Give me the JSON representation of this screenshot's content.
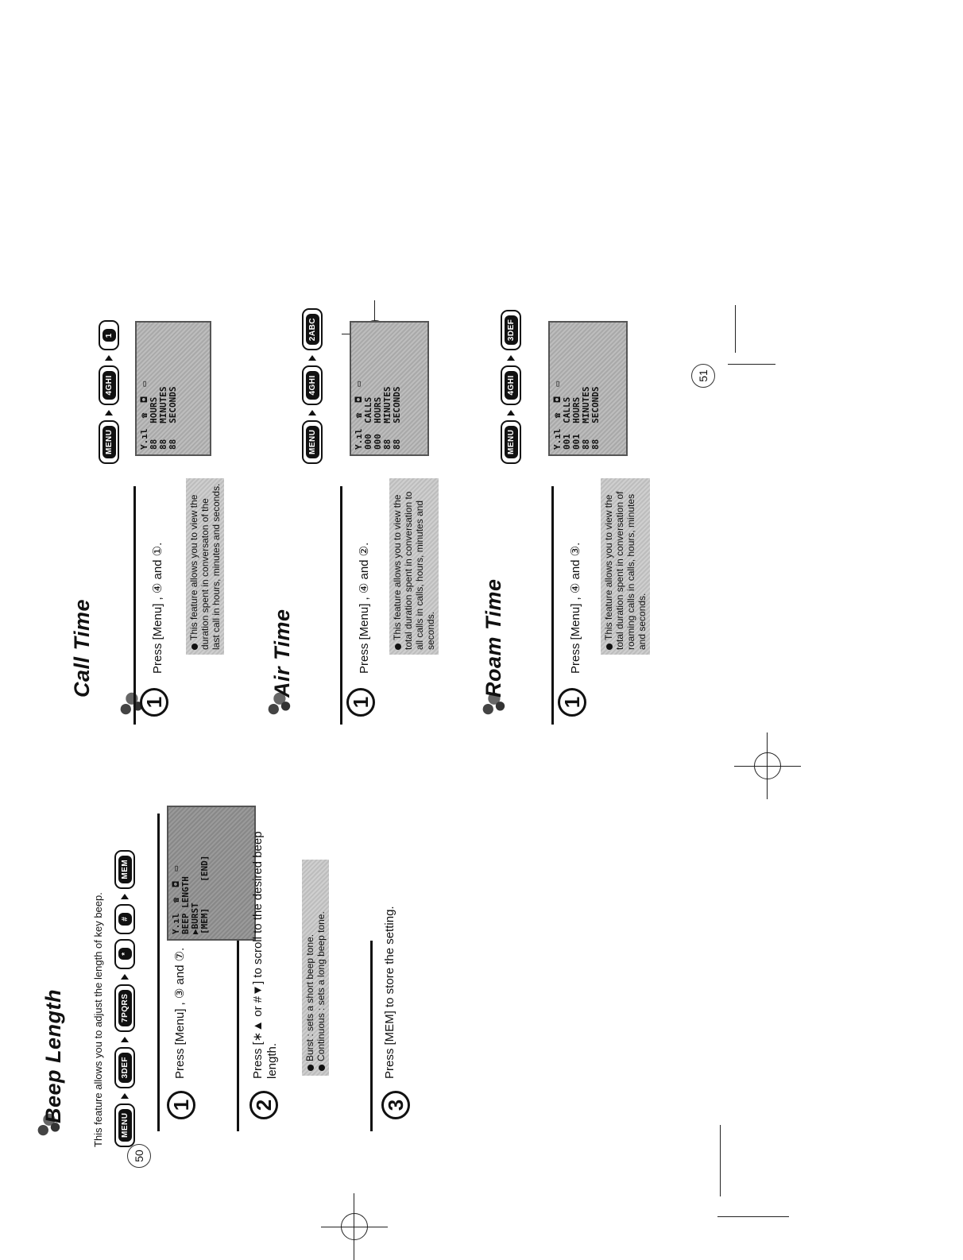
{
  "left_page": {
    "title": "Beep Length",
    "intro": "This feature allows you to adjust the length of key beep.",
    "keys": [
      "MENU",
      "3DEF",
      "7PQRS",
      "*",
      "#",
      "MEM"
    ],
    "steps": [
      {
        "num": "1",
        "text": "Press [Menu] , ③ and ⑦."
      },
      {
        "num": "2",
        "text": "Press [∗▲ or #▼] to scroll to the desired beep length."
      },
      {
        "num": "3",
        "text": "Press [MEM] to store the setting."
      }
    ],
    "notes": [
      "Burst : sets a short beep tone.",
      "Continuous : sets a long beep tone."
    ],
    "lcd": [
      "BEEP LENGTH",
      "▶BURST",
      "[MEM]     [END]"
    ],
    "page_number": "50"
  },
  "right_page": {
    "sections": [
      {
        "title": "Call Time",
        "keys": [
          "MENU",
          "4GHI",
          "1"
        ],
        "step": {
          "num": "1",
          "text": "Press [Menu] , ④ and ①."
        },
        "note": "This feature allows you to view the duration spent in conversaton of the last call in hours, minutes and seconds.",
        "lcd": [
          "88   HOURS",
          "88   MINUTES",
          "88   SECONDS"
        ]
      },
      {
        "title": "Air Time",
        "keys": [
          "MENU",
          "4GHI",
          "2ABC"
        ],
        "step": {
          "num": "1",
          "text": "Press [Menu] , ④ and ②."
        },
        "note": "This feature allows you to view the total duration spent in conversation to all calls in calls, hours, minutes and seconds.",
        "lcd": [
          "000  CALLS",
          "000  HOURS",
          "88   MINUTES",
          "88   SECONDS"
        ]
      },
      {
        "title": "Roam Time",
        "keys": [
          "MENU",
          "4GHI",
          "3DEF"
        ],
        "step": {
          "num": "1",
          "text": "Press [Menu] , ④ and ③."
        },
        "note": "This feature allows you to view the total duration spent in conversation of roaming calls in calls, hours, minutes and seconds.",
        "lcd": [
          "001  CALLS",
          "001  HOURS",
          "88   MINUTES",
          "88   SECONDS"
        ]
      }
    ],
    "page_number": "51"
  }
}
